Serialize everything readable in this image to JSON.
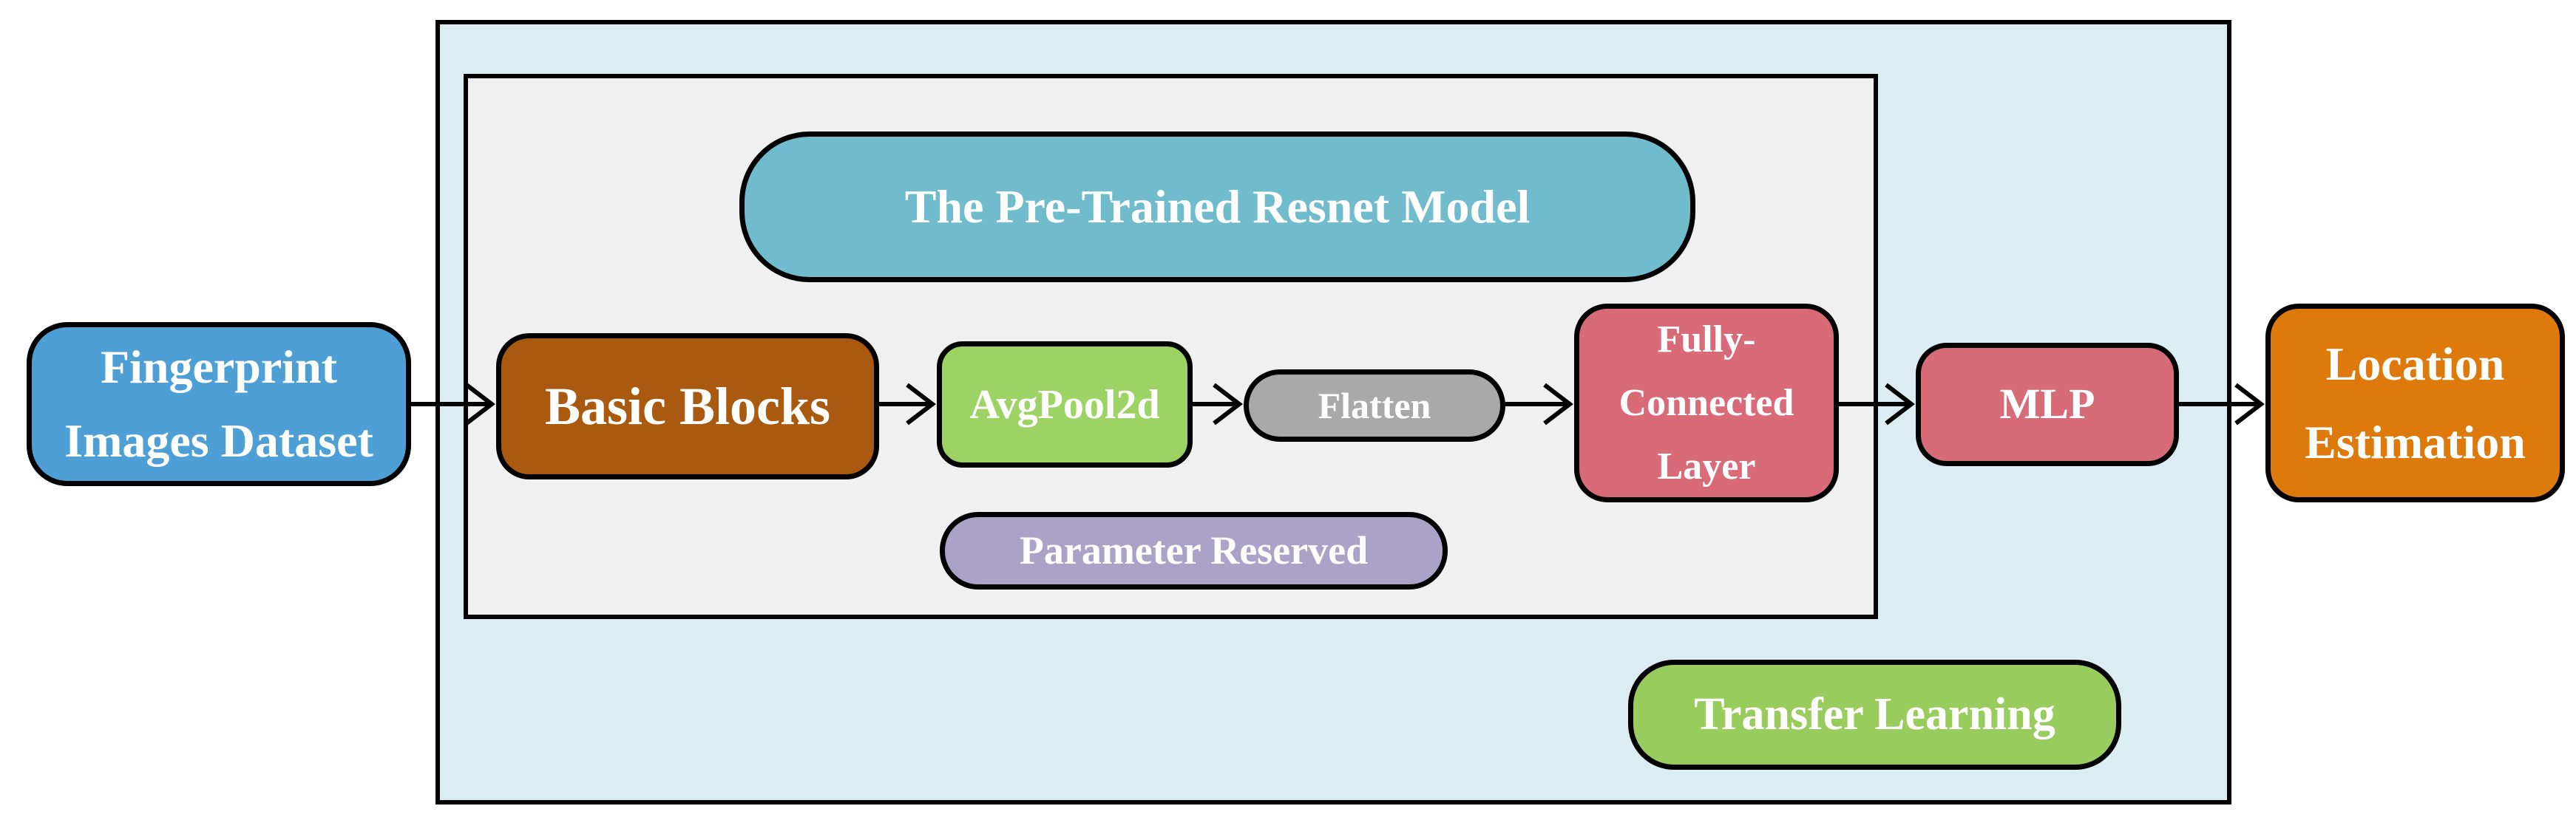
{
  "diagram": {
    "description": "Flow diagram of fingerprint-image indoor localization using a pre-trained ResNet with transfer learning",
    "colors": {
      "page_background": "#FFFFFF",
      "outer_container_background": "#DBECF3",
      "inner_container_background": "#F0F0F0",
      "border": "#000000",
      "arrow": "#000000",
      "node_text": "#FFFFFF"
    },
    "nodes": {
      "fingerprint": {
        "lines": [
          "Fingerprint",
          "Images Dataset"
        ],
        "color": "#4E9FD6"
      },
      "resnet_title": {
        "label": "The Pre-Trained Resnet Model",
        "color": "#70BCCD"
      },
      "basic_blocks": {
        "label": "Basic Blocks",
        "color": "#AA5A10"
      },
      "avgpool": {
        "label": "AvgPool2d",
        "color": "#9DD364"
      },
      "flatten": {
        "label": "Flatten",
        "color": "#A9A9A9"
      },
      "fully_connected": {
        "lines": [
          "Fully-",
          "Connected",
          "Layer"
        ],
        "color": "#D96A77"
      },
      "mlp": {
        "label": "MLP",
        "color": "#D86B78"
      },
      "location": {
        "lines": [
          "Location",
          "Estimation"
        ],
        "color": "#DE7A0C"
      },
      "parameter_reserved": {
        "label": "Parameter Reserved",
        "color": "#ABA2C8"
      },
      "transfer_learning": {
        "label": "Transfer Learning",
        "color": "#98CD5E"
      }
    },
    "edges": [
      {
        "from": "fingerprint",
        "to": "basic_blocks"
      },
      {
        "from": "basic_blocks",
        "to": "avgpool"
      },
      {
        "from": "avgpool",
        "to": "flatten"
      },
      {
        "from": "flatten",
        "to": "fully_connected"
      },
      {
        "from": "fully_connected",
        "to": "mlp"
      },
      {
        "from": "mlp",
        "to": "location"
      }
    ]
  }
}
